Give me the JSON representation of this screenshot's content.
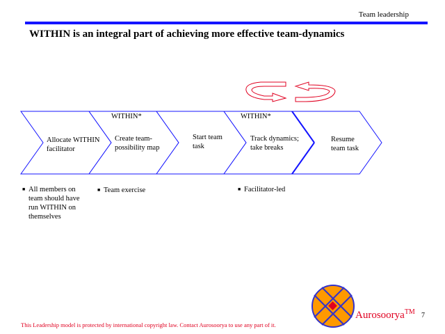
{
  "header": {
    "section": "Team leadership"
  },
  "title": "WITHIN is an integral part of achieving more effective team-dynamics",
  "steps": [
    {
      "label_line1": "Allocate WITHIN",
      "label_line2": "facilitator",
      "tag": ""
    },
    {
      "label_line1": "Create team-",
      "label_line2": "possibility map",
      "tag": "WITHIN*"
    },
    {
      "label_line1": "Start team",
      "label_line2": "task",
      "tag": ""
    },
    {
      "label_line1": "Track dynamics;",
      "label_line2": "take breaks",
      "tag": "WITHIN*"
    },
    {
      "label_line1": "Resume",
      "label_line2": "team task",
      "tag": ""
    }
  ],
  "bullets": [
    {
      "lines": [
        "All members on",
        "team should have",
        "run WITHIN on",
        "themselves"
      ]
    },
    {
      "lines": [
        "Team exercise"
      ]
    },
    {
      "lines": [
        "Facilitator-led"
      ]
    }
  ],
  "footer": {
    "notice": "This Leadership model is protected by international copyright law.  Contact Aurosoorya to use any part of it.",
    "brand": "Aurosoorya",
    "trademark": "TM",
    "page": "7"
  },
  "colors": {
    "accent": "#1414ff",
    "red": "#e00020",
    "logo_fill": "#ff9900"
  }
}
